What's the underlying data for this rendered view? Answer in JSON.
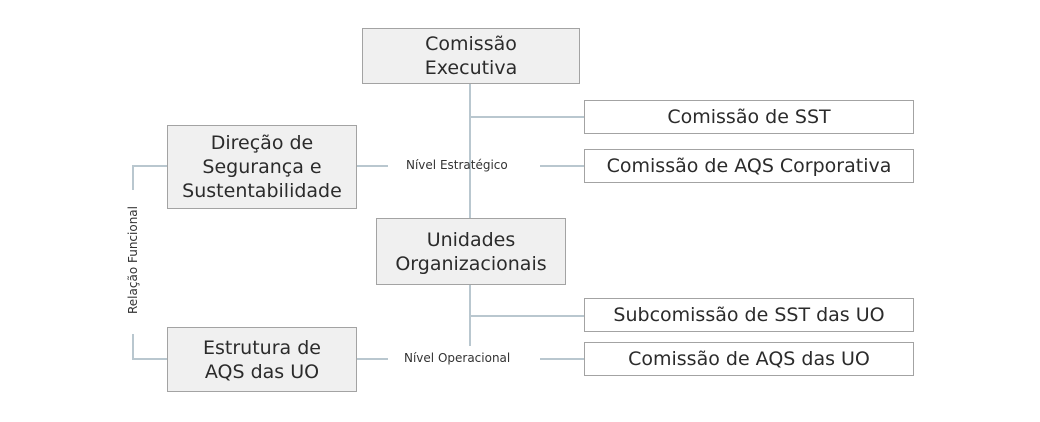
{
  "nodes": {
    "comissao_executiva": "Comissão\nExecutiva",
    "comissao_sst": "Comissão de SST",
    "comissao_aqs_corporativa": "Comissão de AQS Corporativa",
    "direcao_seguranca": "Direção de\nSegurança e\nSustentabilidade",
    "unidades_organizacionais": "Unidades\nOrganizacionais",
    "subcomissao_sst_uo": "Subcomissão de SST das UO",
    "comissao_aqs_uo": "Comissão de AQS das UO",
    "estrutura_aqs_uo": "Estrutura de\nAQS das UO"
  },
  "labels": {
    "nivel_estrategico": "Nível Estratégico",
    "nivel_operacional": "Nível Operacional",
    "relacao_funcional": "Relação Funcional"
  },
  "colors": {
    "connector": "#b9c7cf",
    "box_border": "#a3a3a3",
    "box_gray_fill": "#f0f0f0"
  }
}
